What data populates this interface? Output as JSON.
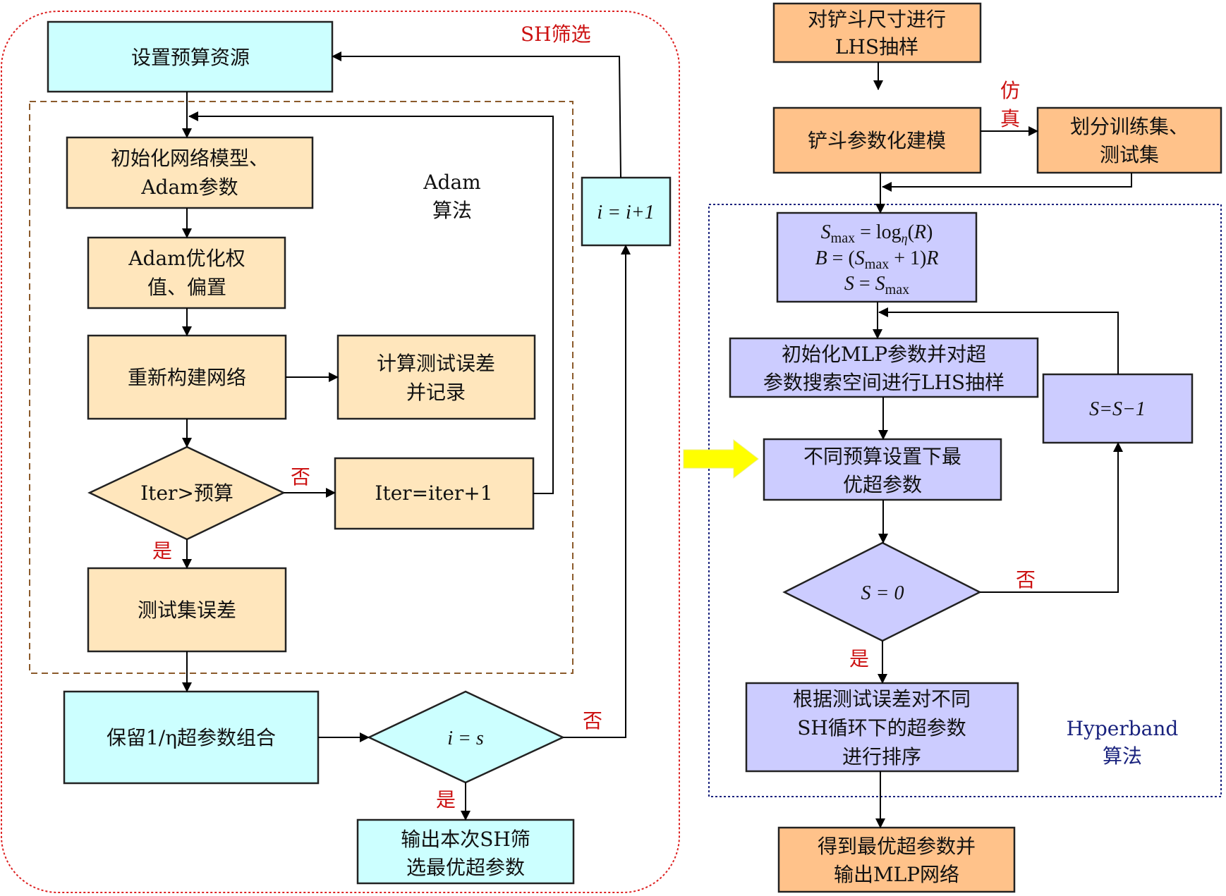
{
  "colors": {
    "cyan_fill": "#ccffff",
    "tan_fill": "#ffe6bc",
    "orange_fill": "#ffc28a",
    "lavender_fill": "#ccccff",
    "sh_border": "#dd2222",
    "adam_border": "#8b5a2b",
    "hyperband_border": "#1a237e",
    "highlight_arrow": "#ffff00",
    "branch_label": "#cc1111"
  },
  "groups": {
    "sh": {
      "label": "SH筛选"
    },
    "adam": {
      "label_lines": [
        "Adam",
        "算法"
      ]
    },
    "hyperband": {
      "label_lines": [
        "Hyperband",
        "算法"
      ]
    }
  },
  "left_nodes": {
    "set_budget": {
      "lines": [
        "设置预算资源"
      ]
    },
    "init_network": {
      "lines": [
        "初始化网络模型、",
        "Adam参数"
      ]
    },
    "adam_optimize": {
      "lines": [
        "Adam优化权",
        "值、偏置"
      ]
    },
    "rebuild_network": {
      "lines": [
        "重新构建网络"
      ]
    },
    "calc_test_error": {
      "lines": [
        "计算测试误差",
        "并记录"
      ]
    },
    "iter_check": {
      "lines": [
        "Iter>预算"
      ]
    },
    "iter_increment": {
      "lines": [
        "Iter=iter+1"
      ]
    },
    "test_set_error": {
      "lines": [
        "测试集误差"
      ]
    },
    "i_increment": {
      "lines": [
        "i = i+1"
      ]
    },
    "keep_fraction": {
      "lines": [
        "保留1/η超参数组合"
      ]
    },
    "i_check": {
      "lines": [
        "i = s"
      ]
    },
    "output_sh": {
      "lines": [
        "输出本次SH筛",
        "选最优超参数"
      ]
    }
  },
  "right_nodes": {
    "lhs_bucket": {
      "lines": [
        "对铲斗尺寸进行",
        "LHS抽样"
      ]
    },
    "param_model": {
      "lines": [
        "铲斗参数化建模"
      ]
    },
    "split_sets": {
      "lines": [
        "划分训练集、",
        "测试集"
      ]
    },
    "init_hyperband": {
      "lines": [
        "Smax = logη(R)",
        "B = (Smax + 1)R",
        "S = Smax"
      ]
    },
    "init_mlp": {
      "lines": [
        "初始化MLP参数并对超",
        "参数搜索空间进行LHS抽样"
      ]
    },
    "decrement_s": {
      "lines": [
        "S=S−1"
      ]
    },
    "best_per_budget": {
      "lines": [
        "不同预算设置下最",
        "优超参数"
      ]
    },
    "s_check": {
      "lines": [
        "S = 0"
      ]
    },
    "rank_params": {
      "lines": [
        "根据测试误差对不同",
        "SH循环下的超参数",
        "进行排序"
      ]
    },
    "final_output": {
      "lines": [
        "得到最优超参数并",
        "输出MLP网络"
      ]
    }
  },
  "edge_labels": {
    "yes": "是",
    "no": "否",
    "simulation": [
      "仿",
      "真"
    ]
  }
}
